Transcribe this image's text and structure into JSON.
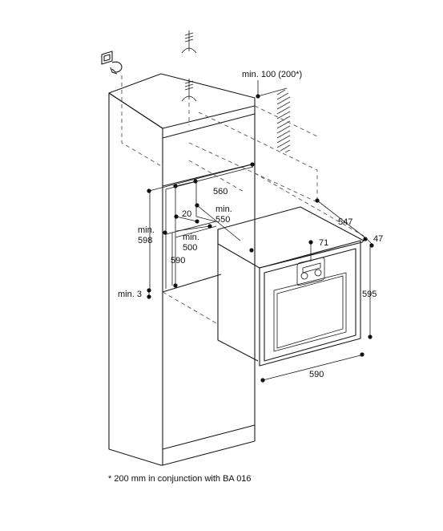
{
  "dimensions": {
    "wall_gap": "min. 100 (200*)",
    "niche_width": "560",
    "oven_depth": "547",
    "door_depth": "47",
    "panel_height": "71",
    "oven_height": "595",
    "oven_width": "590",
    "niche_height_min": "min.",
    "niche_height_val": "598",
    "gap_20": "20",
    "depth_min_a": "min.",
    "depth_min_a_val": "550",
    "depth_min_b": "min.",
    "depth_min_b_val": "500",
    "niche_depth": "590",
    "base_gap": "min. 3"
  },
  "footnote": "* 200 mm in conjunction with BA 016"
}
